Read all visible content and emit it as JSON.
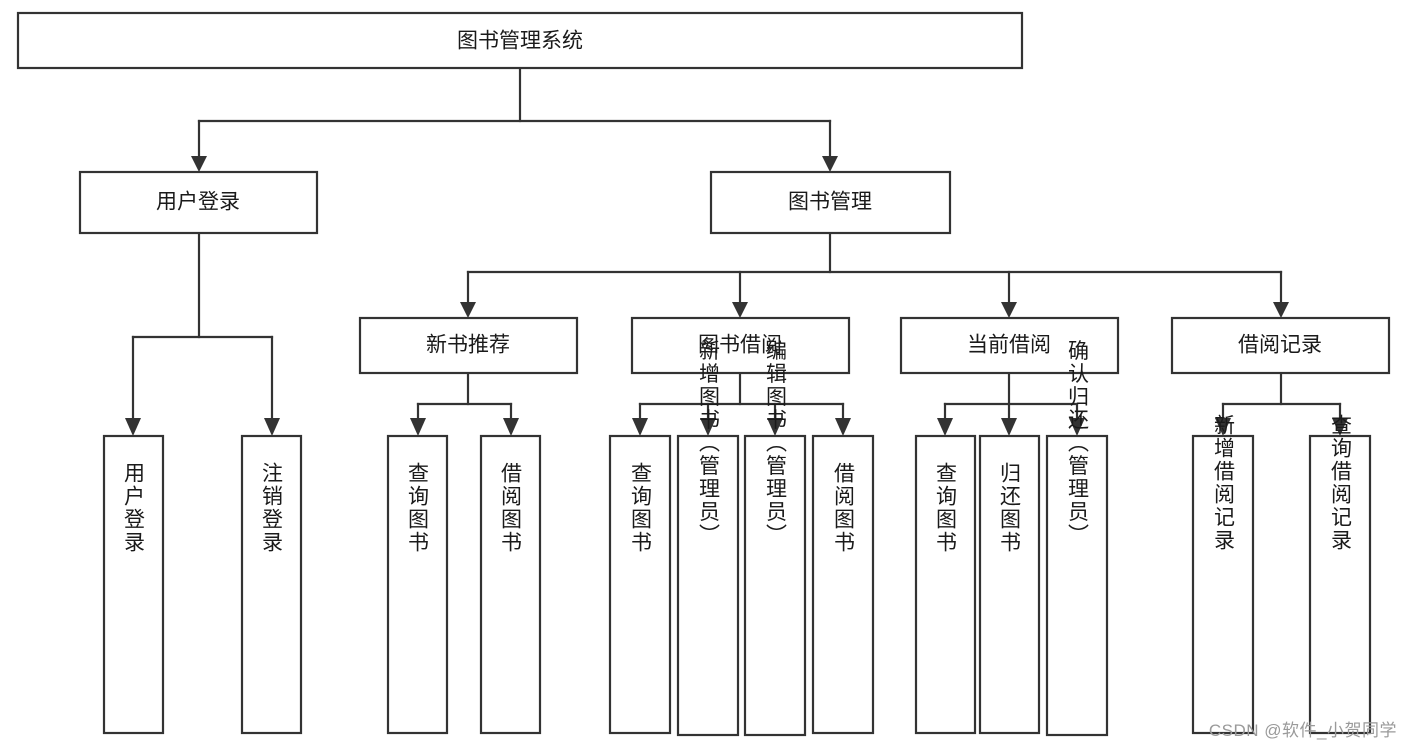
{
  "diagram": {
    "title": "图书管理系统",
    "type": "tree",
    "watermark": "CSDN @软件_小贺同学",
    "root": {
      "id": "root",
      "label": "图书管理系统",
      "orientation": "horizontal"
    },
    "level2": [
      {
        "id": "user-login",
        "label": "用户登录",
        "orientation": "horizontal"
      },
      {
        "id": "book-manage",
        "label": "图书管理",
        "orientation": "horizontal"
      }
    ],
    "level3": [
      {
        "id": "new-book-recommend",
        "label": "新书推荐",
        "orientation": "horizontal",
        "parent": "book-manage"
      },
      {
        "id": "book-borrow",
        "label": "图书借阅",
        "orientation": "horizontal",
        "parent": "book-manage"
      },
      {
        "id": "current-borrow",
        "label": "当前借阅",
        "orientation": "horizontal",
        "parent": "book-manage"
      },
      {
        "id": "borrow-record",
        "label": "借阅记录",
        "orientation": "horizontal",
        "parent": "book-manage"
      }
    ],
    "leaves": [
      {
        "id": "leaf-user-login",
        "label": "用户登录",
        "orientation": "vertical",
        "parent": "user-login"
      },
      {
        "id": "leaf-user-logout",
        "label": "注销登录",
        "orientation": "vertical",
        "parent": "user-login"
      },
      {
        "id": "leaf-query-book-1",
        "label": "查询图书",
        "orientation": "vertical",
        "parent": "new-book-recommend"
      },
      {
        "id": "leaf-borrow-book-1",
        "label": "借阅图书",
        "orientation": "vertical",
        "parent": "new-book-recommend"
      },
      {
        "id": "leaf-query-book-2",
        "label": "查询图书",
        "orientation": "vertical",
        "parent": "book-borrow"
      },
      {
        "id": "leaf-add-book",
        "label": "新增图书（管理员）",
        "orientation": "vertical",
        "parent": "book-borrow"
      },
      {
        "id": "leaf-edit-book",
        "label": "编辑图书（管理员）",
        "orientation": "vertical",
        "parent": "book-borrow"
      },
      {
        "id": "leaf-borrow-book-2",
        "label": "借阅图书",
        "orientation": "vertical",
        "parent": "book-borrow"
      },
      {
        "id": "leaf-query-book-3",
        "label": "查询图书",
        "orientation": "vertical",
        "parent": "current-borrow"
      },
      {
        "id": "leaf-return-book",
        "label": "归还图书",
        "orientation": "vertical",
        "parent": "current-borrow"
      },
      {
        "id": "leaf-confirm-return",
        "label": "确认归还（管理员）",
        "orientation": "vertical",
        "parent": "current-borrow"
      },
      {
        "id": "leaf-add-record",
        "label": "新增借阅记录",
        "orientation": "vertical",
        "parent": "borrow-record"
      },
      {
        "id": "leaf-query-record",
        "label": "查询借阅记录",
        "orientation": "vertical",
        "parent": "borrow-record"
      }
    ],
    "colors": {
      "stroke": "#333333",
      "fill": "#ffffff",
      "text": "#1a1a1a",
      "watermark": "#9a9a9a"
    }
  }
}
